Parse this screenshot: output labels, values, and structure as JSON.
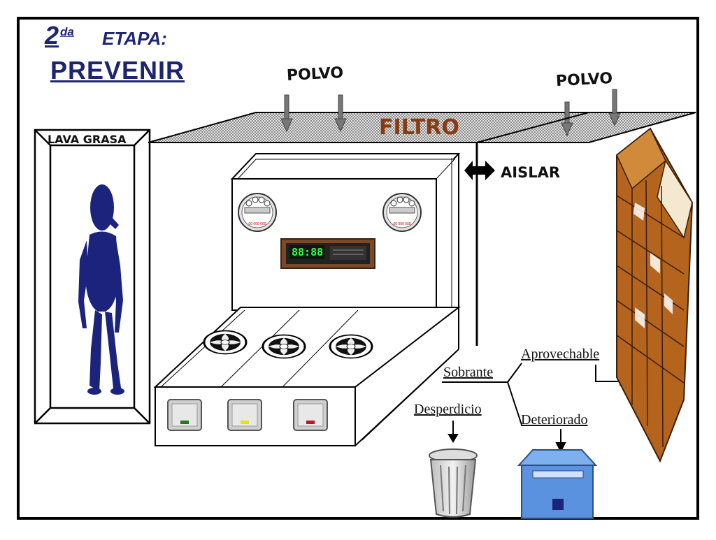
{
  "title": {
    "number": "2",
    "superscript": "da",
    "stage": "ETAPA:",
    "main": "PREVENIR"
  },
  "labels": {
    "polvo_left": "POLVO",
    "polvo_right": "POLVO",
    "filtro": "FILTRO",
    "lava_grasa": "LAVA GRASA",
    "aislar": "AISLAR",
    "aprovechable": "Aprovechable",
    "sobrante": "Sobrante",
    "desperdicio": "Desperdicio",
    "deteriorado": "Deteriorado"
  },
  "machine": {
    "timer_display": "88:88"
  },
  "colors": {
    "title": "#1d2470",
    "filtro": "#8a3a10",
    "figure": "#1b237c",
    "bin_blue": "#5a92e0",
    "shelf_brown": "#b4641c",
    "light_green": "#1e7a1e",
    "light_yellow": "#e3e31a",
    "light_red": "#b01c2c"
  },
  "icons": [
    "down-arrow-icon",
    "double-arrow-icon",
    "meter-dial-icon",
    "fan-icon",
    "trash-can-icon",
    "mailbox-bin-icon",
    "person-icon",
    "shelf-icon"
  ]
}
